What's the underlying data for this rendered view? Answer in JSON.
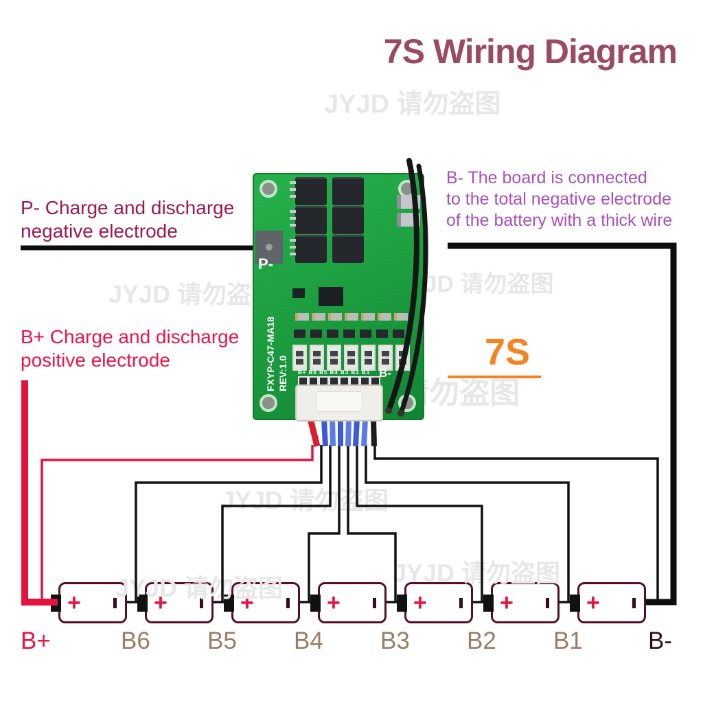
{
  "title": "7S Wiring Diagram",
  "watermark": {
    "text": "JYJD 请勿盗图"
  },
  "annotations": {
    "p_minus": {
      "line1": "P- Charge and discharge",
      "line2": "negative electrode"
    },
    "b_minus": {
      "line1": "B- The board is connected",
      "line2": "to the total negative electrode",
      "line3": "of the battery with a thick wire"
    },
    "b_plus": {
      "line1": "B+ Charge and discharge",
      "line2": "positive electrode"
    },
    "cell_count_badge": "7S"
  },
  "board": {
    "silkscreen_model": "FXYP-C47-MA18",
    "silkscreen_rev": "REV:1.0",
    "label_p_minus": "P-",
    "label_b_minus": "B-",
    "pin_labels": "B+ B6 B5 B4 B3 B2 B1"
  },
  "battery_bank": {
    "plus_symbol": "+",
    "labels": [
      {
        "text": "B+",
        "color": "#ee1248"
      },
      {
        "text": "B6",
        "color": "#9b7c64"
      },
      {
        "text": "B5",
        "color": "#9b7c64"
      },
      {
        "text": "B4",
        "color": "#9b7c64"
      },
      {
        "text": "B3",
        "color": "#9b7c64"
      },
      {
        "text": "B2",
        "color": "#9b7c64"
      },
      {
        "text": "B1",
        "color": "#9b7c64"
      },
      {
        "text": "B-",
        "color": "#350a1a"
      }
    ]
  },
  "colors": {
    "title": "#9a4b61",
    "p_minus_note": "#9e1753",
    "b_minus_note": "#a94fc0",
    "b_plus_note": "#ee1248",
    "seven_s_orange": "#f5831f",
    "wire_red": "#e5123d",
    "wire_black": "#111111",
    "pcb_green": "#1fa440",
    "battery_border": "#570e23",
    "watermark_gray": "#e7e7e7"
  }
}
